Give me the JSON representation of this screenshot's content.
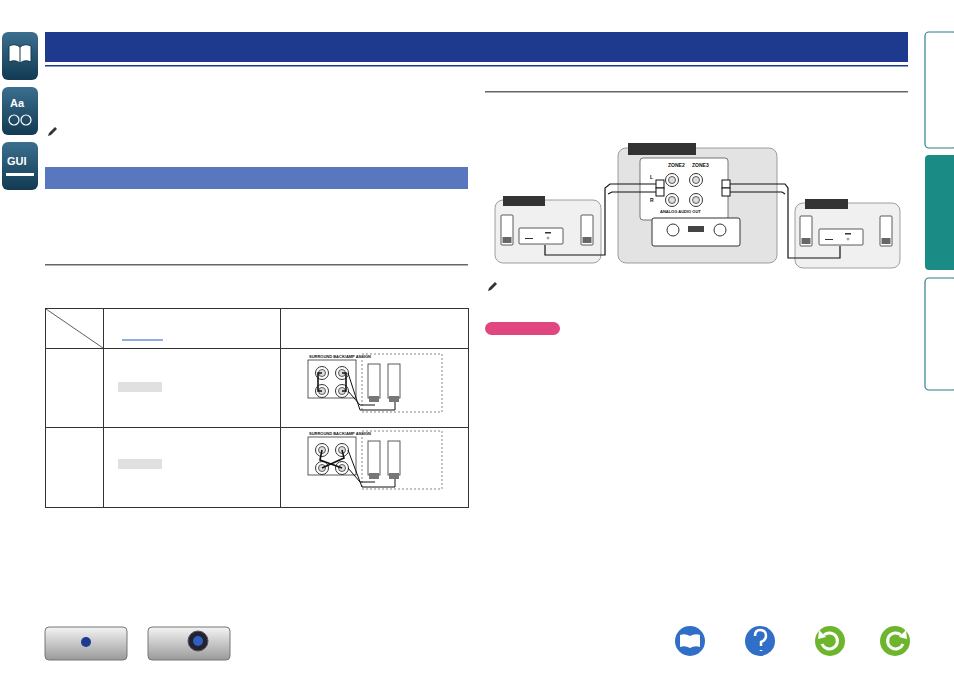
{
  "diagram": {
    "labels": [
      "Aa",
      "GUI",
      "SURROUND BACK/AMP ASSIGN",
      "SURROUND BACK/AMP ASSIGN",
      "ZONE2",
      "ZONE3",
      "L",
      "R",
      "ANALOG AUDIO OUT"
    ]
  }
}
